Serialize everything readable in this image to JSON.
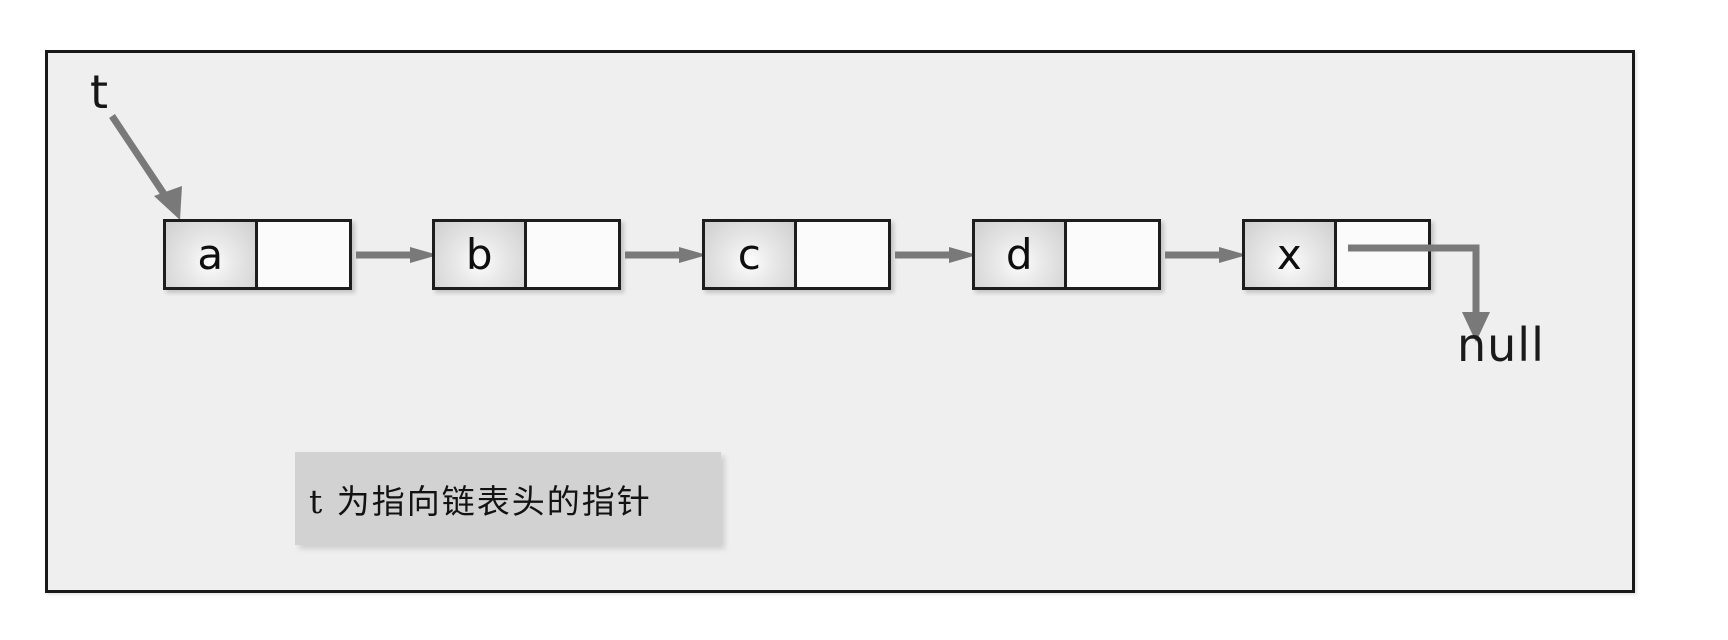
{
  "figure": {
    "type": "linked-list-diagram",
    "pointer_label": "t",
    "terminator_label": "null",
    "caption": "t 为指向链表头的指针",
    "colors": {
      "frame_border": "#191919",
      "frame_fill": "#efefef",
      "node_border": "#1d1d1d",
      "node_value_fill": "#cfcfcf",
      "node_link_fill": "#fbfbfb",
      "arrow": "#797979",
      "caption_fill": "#d2d2d2",
      "text": "#121212"
    },
    "nodes": [
      {
        "value": "a",
        "link": ""
      },
      {
        "value": "b",
        "link": ""
      },
      {
        "value": "c",
        "link": ""
      },
      {
        "value": "d",
        "link": ""
      },
      {
        "value": "x",
        "link": ""
      }
    ],
    "connector_icon": "right-arrow-icon",
    "pointer_icon": "diagonal-arrow-icon",
    "terminator_icon": "elbow-down-arrow-icon"
  }
}
